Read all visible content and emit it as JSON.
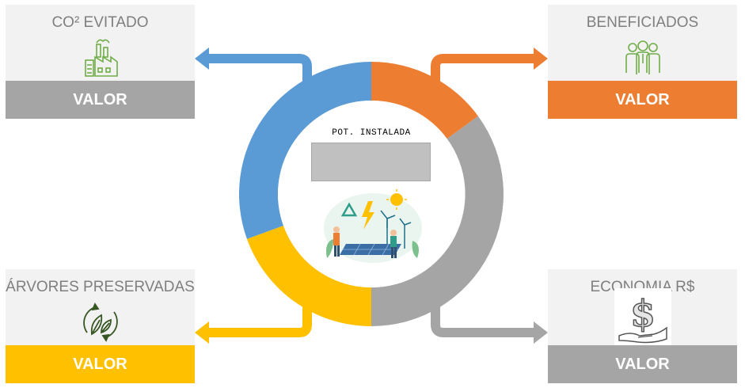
{
  "cards": {
    "co2": {
      "title": "CO² EVITADO",
      "value": "VALOR",
      "icon": "factory-icon"
    },
    "beneficiados": {
      "title": "BENEFICIADOS",
      "value": "VALOR",
      "icon": "people-group-icon"
    },
    "arvores": {
      "title": "ÁRVORES PRESERVADAS",
      "value": "VALOR",
      "icon": "leaves-cycle-icon"
    },
    "economia": {
      "title": "ECONOMIA R$",
      "value": "VALOR",
      "icon": "dollar-hand-icon"
    }
  },
  "center": {
    "label": "POT. INSTALADA",
    "illustration": "renewable-energy-illustration"
  },
  "colors": {
    "blue": "#5b9bd5",
    "orange": "#ed7d31",
    "gray": "#a5a5a5",
    "yellow": "#ffc000",
    "green_icon": "#70ad47",
    "card_bg": "#f2f2f2"
  }
}
